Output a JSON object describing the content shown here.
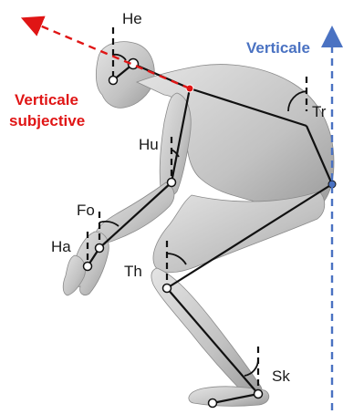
{
  "labels": {
    "head": "He",
    "trunk": "Tr",
    "humerus": "Hu",
    "forearm": "Fo",
    "hand": "Ha",
    "thigh": "Th",
    "shank": "Sk"
  },
  "subjective_vertical": {
    "line1": "Verticale",
    "line2": "subjective",
    "color": "#e01515"
  },
  "true_vertical": {
    "label": "Verticale",
    "color": "#4a72c2"
  },
  "skeleton_color": "#111111",
  "figure_color": "#c9c9c9"
}
